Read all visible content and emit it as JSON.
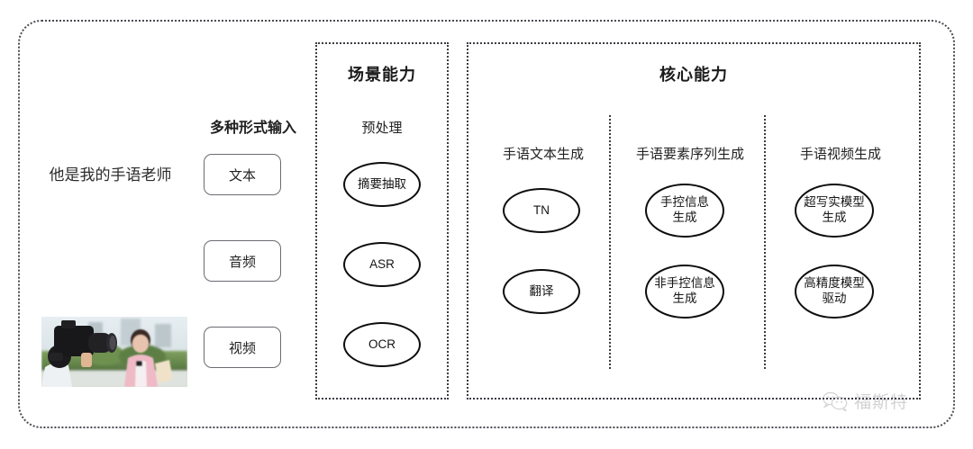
{
  "diagram": {
    "input_section": {
      "header": "多种形式输入",
      "sample_sentence": "他是我的手语老师",
      "modalities": [
        {
          "label": "文本",
          "media": "text-sentence"
        },
        {
          "label": "音频",
          "media": "audio-waveform"
        },
        {
          "label": "视频",
          "media": "video-thumbnail"
        }
      ]
    },
    "scene_panel": {
      "title": "场景能力",
      "subtitle": "预处理",
      "nodes": [
        "摘要抽取",
        "ASR",
        "OCR"
      ]
    },
    "core_panel": {
      "title": "核心能力",
      "columns": [
        {
          "title": "手语文本生成",
          "nodes": [
            "TN",
            "翻译"
          ]
        },
        {
          "title": "手语要素序列生成",
          "nodes": [
            "手控信息\n生成",
            "非手控信息\n生成"
          ]
        },
        {
          "title": "手语视频生成",
          "nodes": [
            "超写实模型\n生成",
            "高精度模型\n驱动"
          ]
        }
      ]
    },
    "watermark": {
      "icon": "wechat-icon",
      "text": "福斯特"
    },
    "colors": {
      "background": "#ffffff",
      "frame": "#4a4a52",
      "panel_border": "#3c3c44",
      "node_border": "#0d0d0d",
      "pill_border": "#6b6b72",
      "text": "#1a1a1a",
      "watermark": "#6d6d72"
    }
  }
}
